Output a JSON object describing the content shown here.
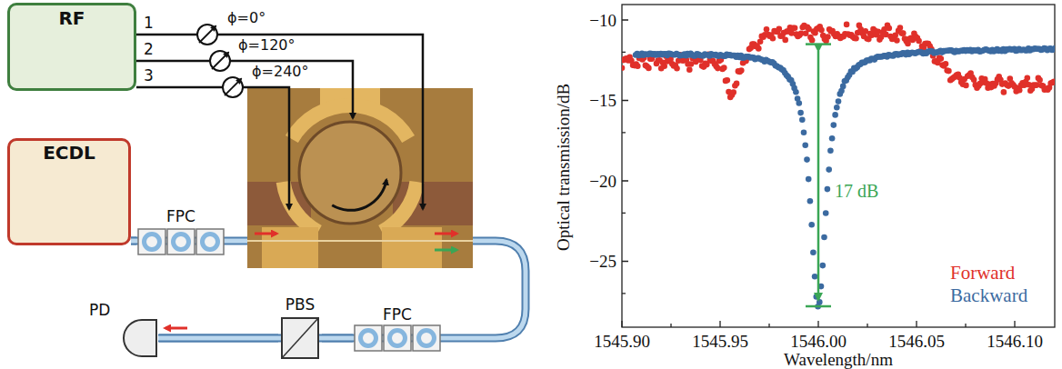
{
  "diagram": {
    "nodes": [
      {
        "text": [
          "RF"
        ]
      },
      {
        "text": [
          "ECDL"
        ]
      },
      {
        "text": [
          "FPC"
        ]
      },
      {
        "text": [
          "FPC"
        ]
      },
      {
        "text": [
          "PBS"
        ]
      },
      {
        "text": [
          "PD"
        ]
      }
    ],
    "edges": [
      {
        "from": 1,
        "to": 2,
        "arrow": "none"
      },
      {
        "from": 3,
        "to": 4,
        "arrow": "none"
      },
      {
        "from": 4,
        "to": 5,
        "arrow": "none"
      }
    ],
    "labels": [
      "1",
      "2",
      "3",
      "ϕ=0°",
      "ϕ=120°",
      "ϕ=240°",
      "−10",
      "−15",
      "−20",
      "−25",
      "1545.90",
      "1545.95",
      "1546.00",
      "1546.05",
      "1546.10",
      "Optical transmission/dB",
      "Wavelength/nm",
      "17 dB",
      "Forward",
      "Backward"
    ]
  }
}
